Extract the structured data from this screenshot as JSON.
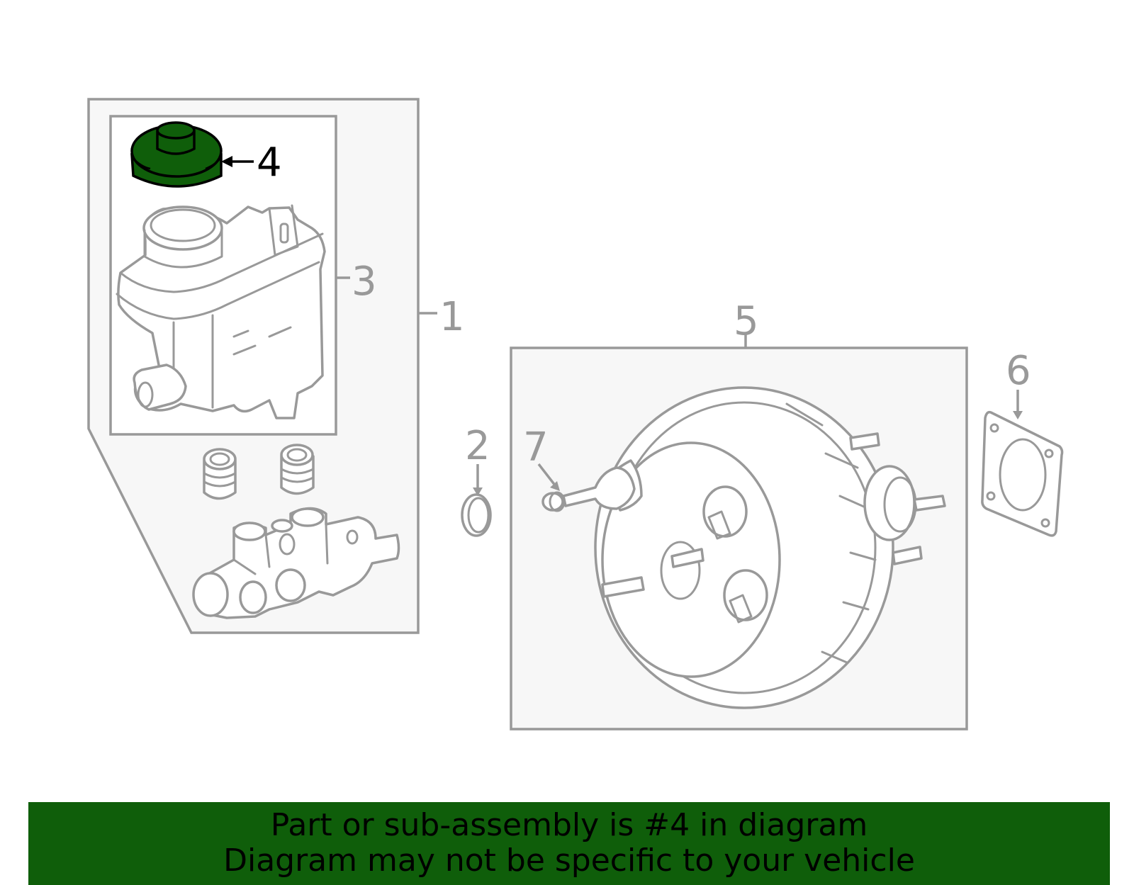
{
  "callouts": {
    "c1": "1",
    "c2": "2",
    "c3": "3",
    "c4": "4",
    "c5": "5",
    "c6": "6",
    "c7": "7"
  },
  "highlight": {
    "part_number": "4",
    "color": "#0f5e0a"
  },
  "colors": {
    "line": "#999999",
    "box_fill": "#f7f7f7",
    "highlight_text": "#000000"
  },
  "banner": {
    "line1": "Part or sub-assembly is #4 in diagram",
    "line2": "Diagram may not be specific to your vehicle",
    "background": "#0f5e0a"
  }
}
